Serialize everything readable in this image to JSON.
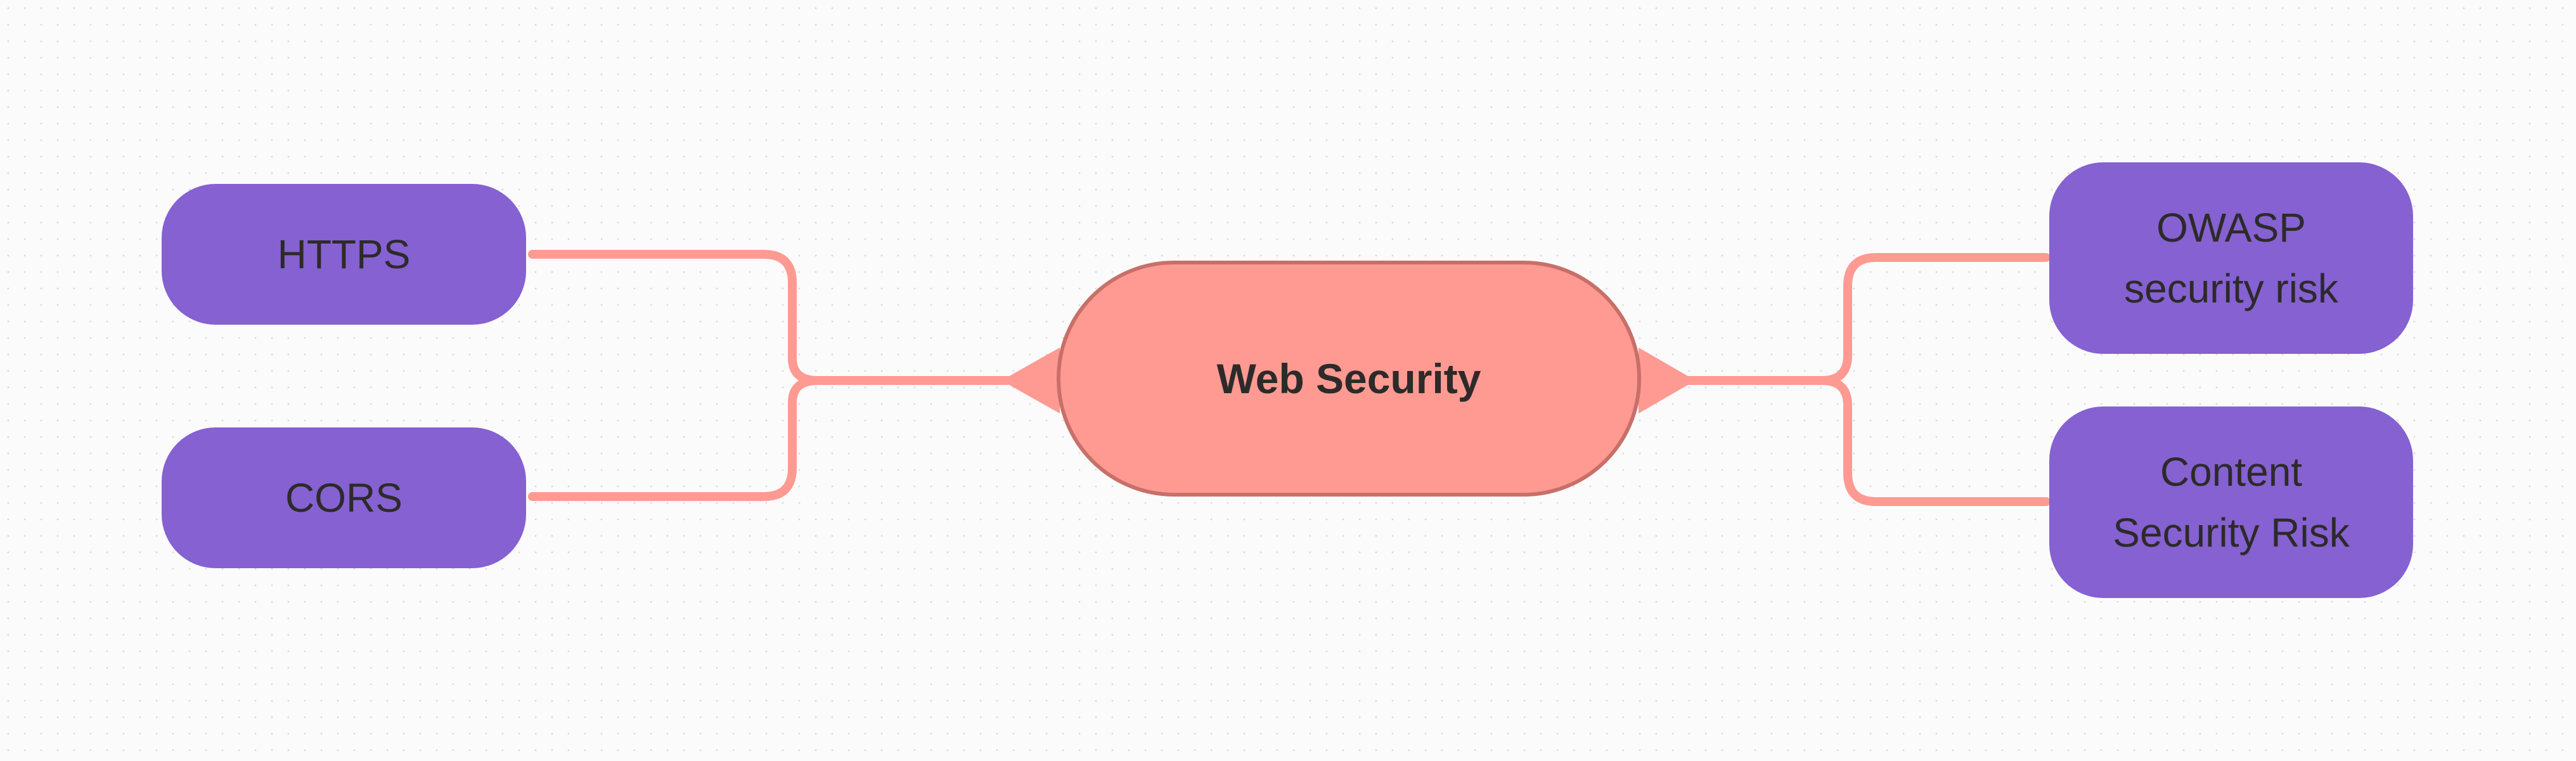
{
  "diagram": {
    "center": {
      "label": "Web Security"
    },
    "left_children": [
      {
        "label": "HTTPS"
      },
      {
        "label": "CORS"
      }
    ],
    "right_children": [
      {
        "label": "OWASP\nsecurity risk"
      },
      {
        "label": "Content\nSecurity Risk"
      }
    ]
  },
  "colors": {
    "center_fill": "#fe9a92",
    "center_border": "#c86f69",
    "leaf_fill": "#8561d2",
    "connector": "#fe9a92",
    "text": "#2d2a2a"
  }
}
